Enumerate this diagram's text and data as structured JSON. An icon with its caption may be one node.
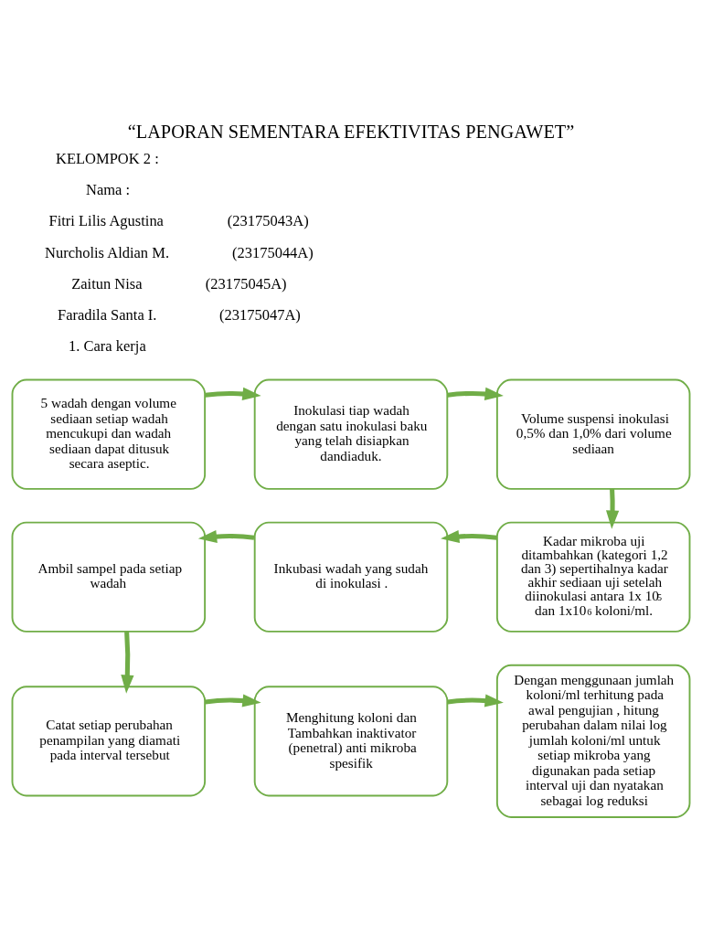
{
  "diagram": {
    "title": "“LAPORAN SEMENTARA EFEKTIVITAS PENGAWET”",
    "nodes": [
      {
        "text": [
          "5 wadah dengan volume sediaan setiap wadah mencukupi dan wadah sediaan dapat ditusuk secara aseptic."
        ]
      },
      {
        "text": [
          "Inokulasi tiap wadah dengan satu inokulasi baku yang telah disiapkan dandiaduk."
        ]
      },
      {
        "text": [
          "Volume suspensi inokulasi 0,5% dan 1,0% dari volume sediaan"
        ]
      },
      {
        "text": [
          "Ambil sampel pada setiap wadah"
        ]
      },
      {
        "text": [
          "Inkubasi wadah yang sudah di inokulasi ."
        ]
      },
      {
        "text": [
          "Kadar mikroba uji ditambahkan (kategori 1,2 dan 3) sepertihalnya kadar akhir sediaan uji setelah diinokulasi antara 1x 10$^{5}$ dan 1x10$^{6}$ koloni/ml."
        ]
      },
      {
        "text": [
          "Catat setiap perubahan penampilan yang diamati pada interval tersebut"
        ]
      },
      {
        "text": [
          "Menghitung koloni dan Tambahkan inaktivator (penetral) anti mikroba spesifik"
        ]
      },
      {
        "text": [
          "Dengan menggunaan jumlah koloni/ml terhitung pada awal pengujian , hitung perubahan dalam nilai log jumlah koloni/ml untuk setiap mikroba yang digunakan pada setiap interval uji dan nyatakan sebagai log reduksi"
        ]
      }
    ],
    "edges": [
      {
        "from": 0,
        "to": 1,
        "arrow": "to"
      },
      {
        "from": 1,
        "to": 2,
        "arrow": "to"
      },
      {
        "from": 2,
        "to": 5,
        "arrow": "to"
      },
      {
        "from": 5,
        "to": 4,
        "arrow": "to"
      },
      {
        "from": 4,
        "to": 3,
        "arrow": "to"
      },
      {
        "from": 3,
        "to": 6,
        "arrow": "to"
      },
      {
        "from": 6,
        "to": 7,
        "arrow": "to"
      },
      {
        "from": 7,
        "to": 8,
        "arrow": "to"
      }
    ],
    "labels": [
      "KELOMPOK 2 :",
      "Nama :",
      "Fitri Lilis Agustina",
      "(23175043A)",
      "Nurcholis Aldian M.",
      "(23175044A)",
      "Zaitun Nisa",
      "(23175045A)",
      "Faradila Santa I.",
      "(23175047A)",
      "1. Cara kerja"
    ]
  }
}
